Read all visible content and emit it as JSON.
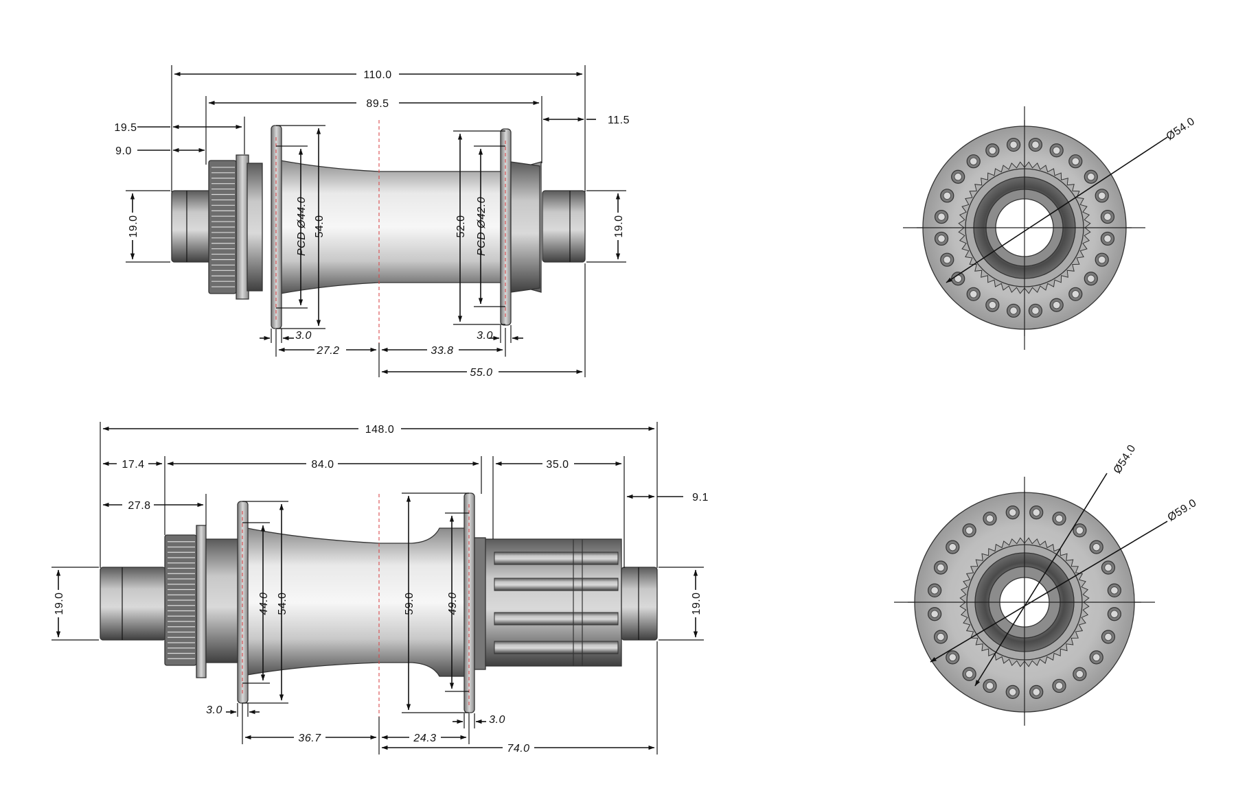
{
  "colors": {
    "metal_light": "#f4f4f4",
    "metal_mid": "#b9b9b9",
    "metal_dark": "#5e5e5e",
    "outline": "#333333",
    "center_line": "#d9484a",
    "dimension": "#111111"
  },
  "front_hub": {
    "dims": {
      "overall": "110.0",
      "flange_span": "89.5",
      "left_offset": "19.5",
      "left_cap": "9.0",
      "right_offset": "11.5",
      "axle_left": "19.0",
      "axle_right": "19.0",
      "pcd_left": "PCD Ø44.0",
      "flange_left": "54.0",
      "flange_right": "52.0",
      "pcd_right": "PCD Ø42.0",
      "flange_thk_left": "3.0",
      "flange_thk_right": "3.0",
      "center_left": "27.2",
      "center_right": "33.8",
      "center_to_end": "55.0"
    },
    "end_view": {
      "diameter": "Ø54.0"
    }
  },
  "rear_hub": {
    "dims": {
      "overall": "148.0",
      "left_offset": "17.4",
      "body_span": "84.0",
      "freehub": "35.0",
      "right_offset": "9.1",
      "rotor_offset": "27.8",
      "axle_left": "19.0",
      "axle_right": "19.0",
      "pcd_left": "44.0",
      "flange_left": "54.0",
      "flange_right": "59.0",
      "pcd_right": "49.0",
      "flange_thk_left": "3.0",
      "flange_thk_right": "3.0",
      "center_left": "36.7",
      "center_right": "24.3",
      "center_to_end": "74.0"
    },
    "end_view": {
      "diameter_inner": "Ø54.0",
      "diameter_outer": "Ø59.0"
    }
  }
}
